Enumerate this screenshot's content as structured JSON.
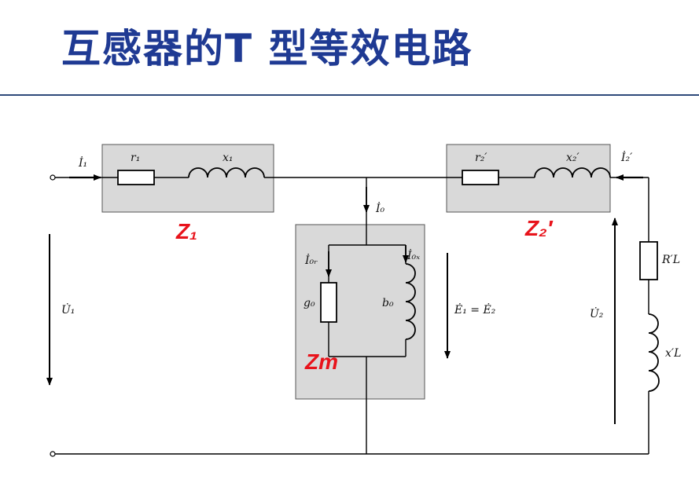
{
  "title": "互感器的T 型等效电路",
  "colors": {
    "title": "#1f3a93",
    "rule": "#2e4a7a",
    "box_fill": "#d9d9d9",
    "z_label": "#e8131b"
  },
  "labels": {
    "I1": "İ₁",
    "r1": "r₁",
    "x1": "x₁",
    "r2": "r₂′",
    "x2": "x₂′",
    "I2": "İ₂′",
    "I0": "İ₀",
    "I0r": "İ₀ᵣ",
    "I0x": "İ₀ₓ",
    "g0": "g₀",
    "b0": "b₀",
    "E": "Ė₁ = Ė₂",
    "U1": "U̇₁",
    "U2": "U̇₂",
    "RL": "R′L",
    "xL": "x′L",
    "Z1": "Z₁",
    "Z2": "Z₂′",
    "Zm": "Zm"
  }
}
